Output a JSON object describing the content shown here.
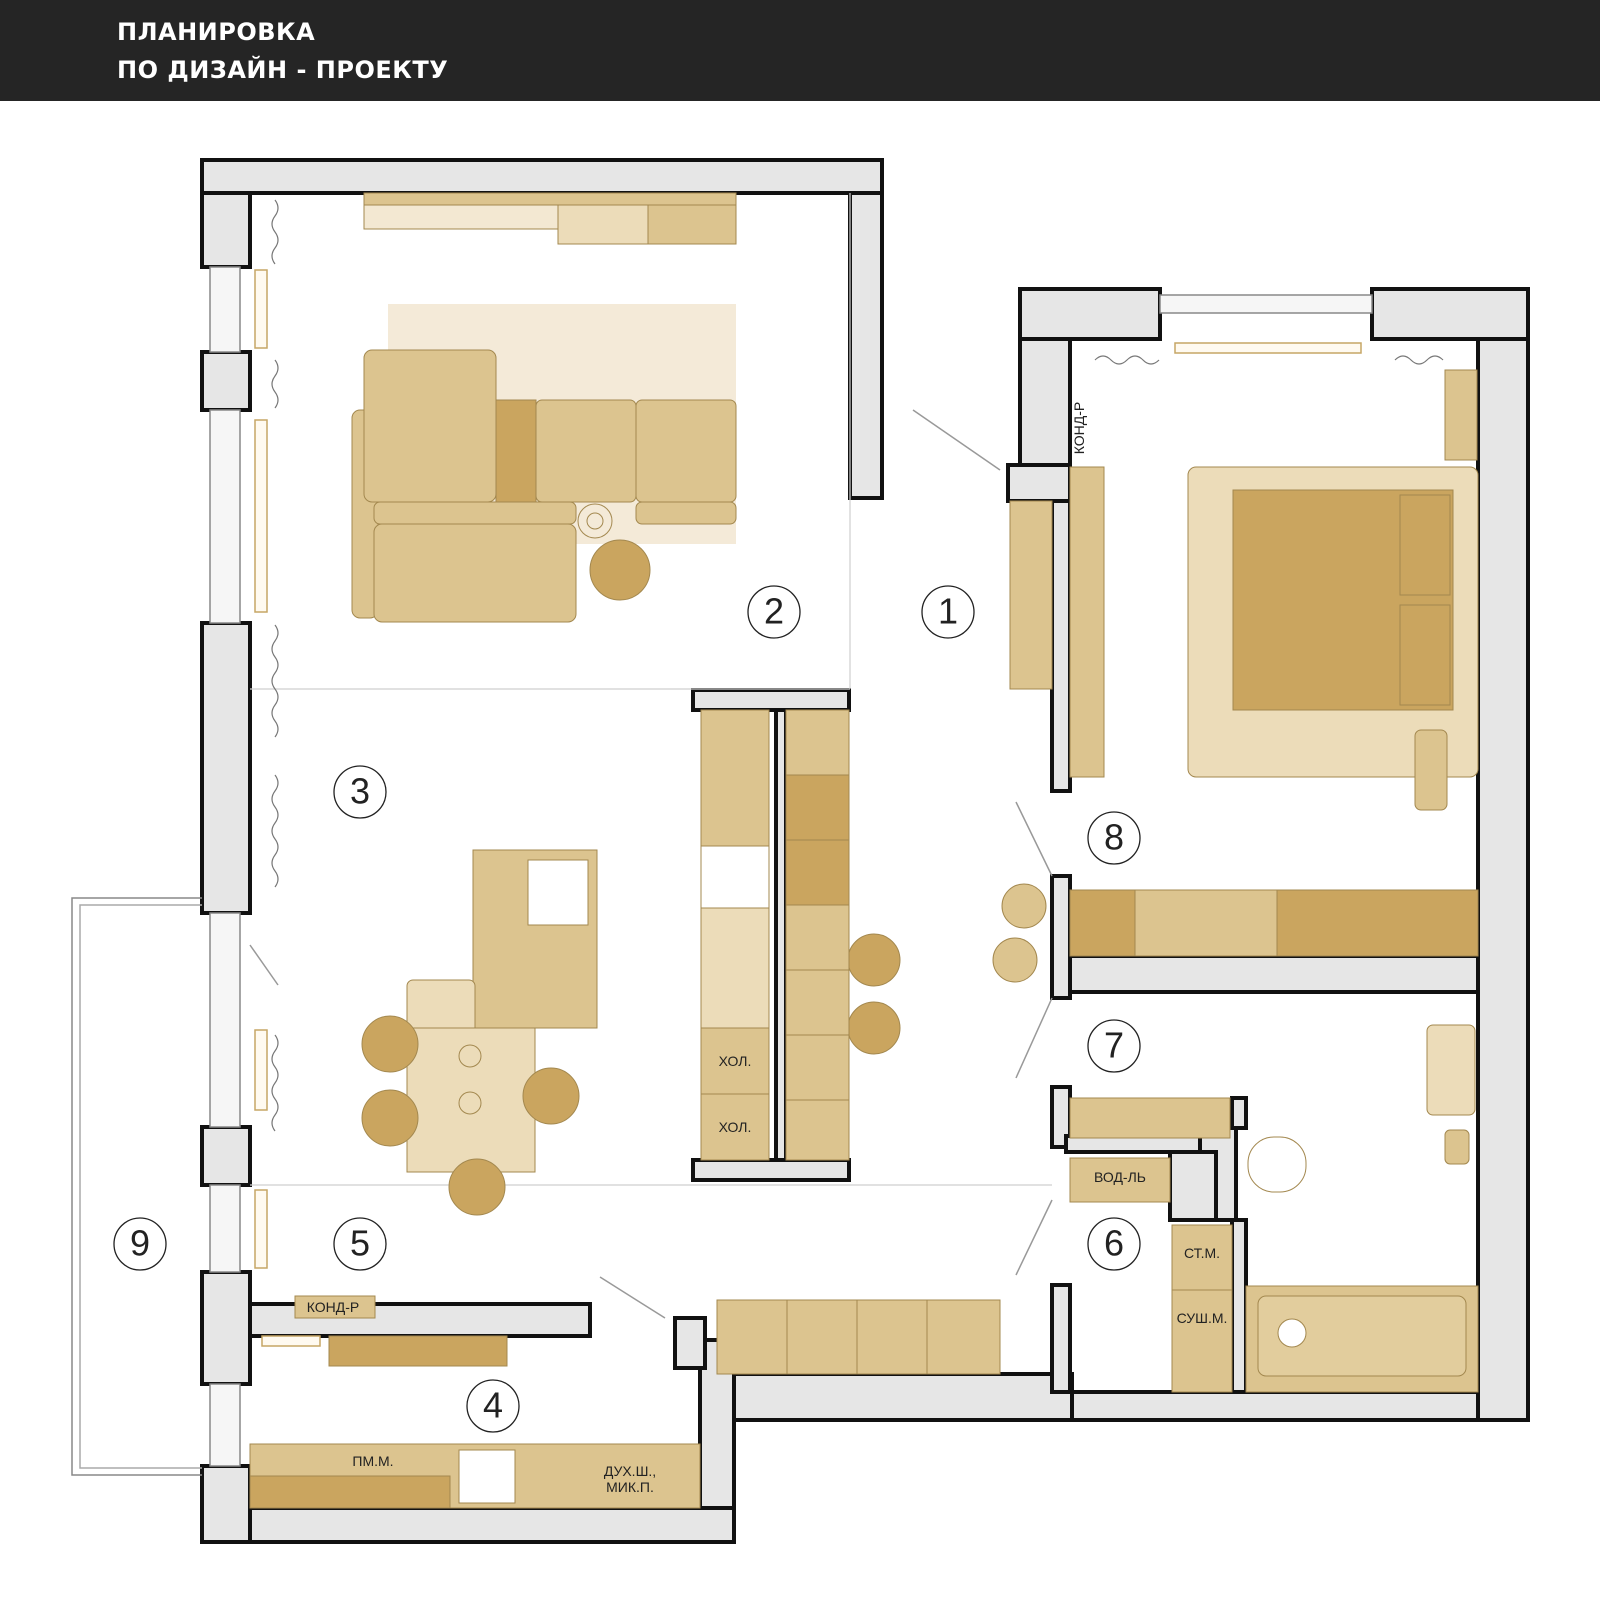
{
  "title": {
    "line1": "ПЛАНИРОВКА",
    "line2": "ПО ДИЗАЙН - ПРОЕКТУ"
  },
  "colors": {
    "header_bg": "#252525",
    "wall_fill": "#e6e6e6",
    "wall_stroke": "#111111",
    "furniture_light": "#f3e8d2",
    "furniture_mid": "#dcc48f",
    "furniture_dark": "#caa55f",
    "furniture_stroke": "#9e8450"
  },
  "rooms": [
    {
      "number": "1"
    },
    {
      "number": "2"
    },
    {
      "number": "3"
    },
    {
      "number": "4"
    },
    {
      "number": "5"
    },
    {
      "number": "6"
    },
    {
      "number": "7"
    },
    {
      "number": "8"
    },
    {
      "number": "9"
    }
  ],
  "labels": {
    "fridge_1": "ХОЛ.",
    "fridge_2": "ХОЛ.",
    "water_heater": "ВОД-ЛЬ",
    "washer": "СТ.М.",
    "dryer": "СУШ.М.",
    "ac_kitchen": "КОНД-Р",
    "ac_bedroom": "КОНД-Р",
    "dishwasher": "ПМ.М.",
    "oven_line1": "ДУХ.Ш.,",
    "oven_line2": "МИК.П."
  }
}
